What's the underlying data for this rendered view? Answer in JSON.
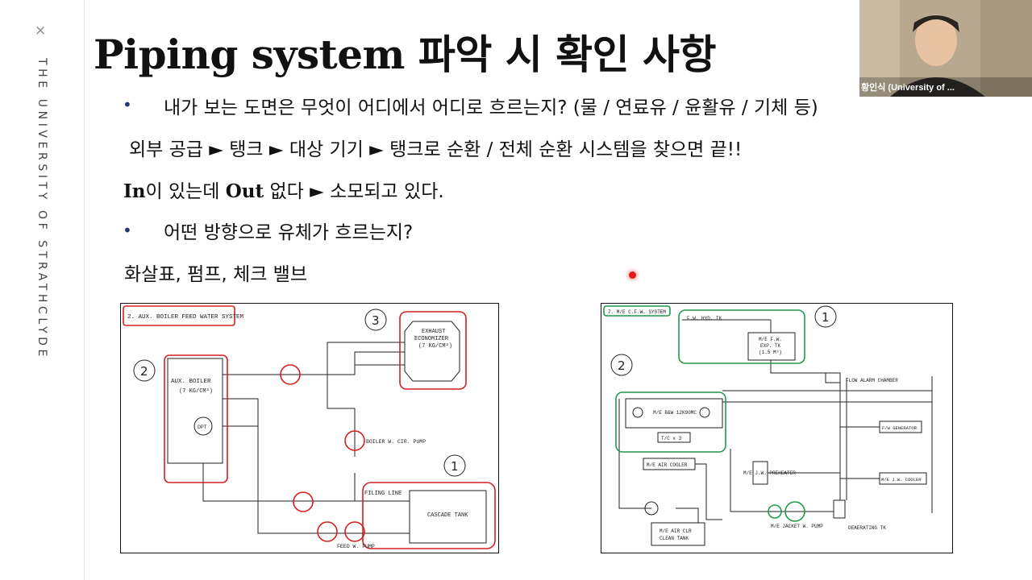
{
  "sidebar": {
    "close_icon": "×",
    "university_text": "THE UNIVERSITY OF STRATHCLYDE"
  },
  "slide": {
    "title": "Piping system 파악 시 확인 사항",
    "bullet_char": "•",
    "line1": "내가 보는 도면은 무엇이 어디에서 어디로 흐르는지? (물 / 연료유 / 윤활유 / 기체 등)",
    "line2": "외부 공급 ► 탱크 ► 대상 기기 ► 탱크로 순환 / 전체 순환 시스템을 찾으면 끝!!",
    "line3_a": "In",
    "line3_b": "이 있는데 ",
    "line3_c": "Out",
    "line3_d": " 없다 ► 소모되고 있다.",
    "line4": "어떤 방향으로 유체가 흐르는지?",
    "line5": "화살표, 펌프, 체크 밸브"
  },
  "diagram_left": {
    "title": "2. AUX. BOILER FEED WATER SYSTEM",
    "boiler": "AUX. BOILER",
    "boiler_pressure": "(7 KG/CM²)",
    "dpt": "DPT",
    "economizer_1": "EXHAUST",
    "economizer_2": "ECONOMIZER",
    "economizer_3": "(7 KG/CM²)",
    "pump_label": "BOILER W. CIR. PUMP",
    "filling_line": "FILING LINE",
    "cascade_tank": "CASCADE TANK",
    "feed_pump": "FEED W. PUMP",
    "num1": "1",
    "num2": "2",
    "num3": "3"
  },
  "diagram_right": {
    "title": "7. M/E C.F.W. SYSTEM",
    "hyd_tank": "F.W. HYD. TK",
    "exp_tank_1": "M/E F.W.",
    "exp_tank_2": "EXP. TK",
    "exp_tank_3": "(1.5 M³)",
    "flow_alarm": "FLOW ALARM CHAMBER",
    "engine": "M/E B&W 12K90MC",
    "tc": "T/C x 3",
    "fw_generator": "F/W GENERATOR",
    "air_cooler": "M/E AIR COOLER",
    "jw_preheater": "M/E J.W. PREHEATER",
    "jw_cooler": "M/E J.W. COOLER",
    "air_clr_1": "M/E AIR CLR",
    "air_clr_2": "CLEAN TANK",
    "jacket_pump": "M/E JACKET W. PUMP",
    "deaerating": "DEAERATING TK",
    "num1": "1",
    "num2": "2"
  },
  "video": {
    "participant_name": "황인식 (University of ..."
  },
  "colors": {
    "highlight_red": "#d42020",
    "highlight_green": "#1f9a4a",
    "bullet_blue": "#1f3a7a"
  }
}
